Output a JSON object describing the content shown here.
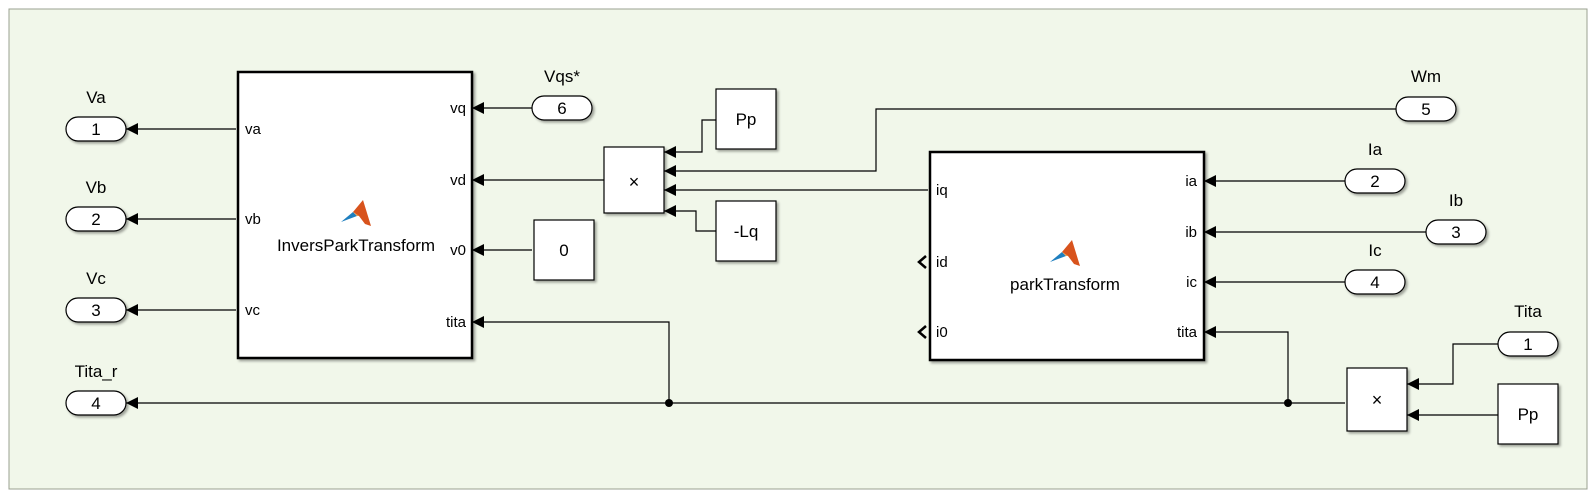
{
  "diagram": {
    "background": "#f1f7ea",
    "border_color": "#9aa090",
    "wire_color": "#000000",
    "matlab_icon_colors": [
      "#d8531d",
      "#1f7fbf"
    ],
    "ports": {
      "out_va": {
        "label": "Va",
        "number": "1"
      },
      "out_vb": {
        "label": "Vb",
        "number": "2"
      },
      "out_vc": {
        "label": "Vc",
        "number": "3"
      },
      "out_tita_r": {
        "label": "Tita_r",
        "number": "4"
      },
      "in_vqs": {
        "label": "Vqs*",
        "number": "6"
      },
      "in_wm": {
        "label": "Wm",
        "number": "5"
      },
      "in_ia": {
        "label": "Ia",
        "number": "2"
      },
      "in_ib": {
        "label": "Ib",
        "number": "3"
      },
      "in_ic": {
        "label": "Ic",
        "number": "4"
      },
      "in_tita": {
        "label": "Tita",
        "number": "1"
      }
    },
    "inv_park": {
      "name": "InversParkTransform",
      "icon": "matlab-function-icon",
      "outputs": [
        "va",
        "vb",
        "vc"
      ],
      "inputs": [
        "vq",
        "vd",
        "v0",
        "tita"
      ]
    },
    "park": {
      "name": "parkTransform",
      "icon": "matlab-function-icon",
      "outputs": [
        "iq",
        "id",
        "i0"
      ],
      "inputs": [
        "ia",
        "ib",
        "ic",
        "tita"
      ]
    },
    "constants": {
      "zero": "0",
      "pp_top": "Pp",
      "lq": "-Lq",
      "pp_bottom": "Pp"
    },
    "product_symbol": "×"
  }
}
